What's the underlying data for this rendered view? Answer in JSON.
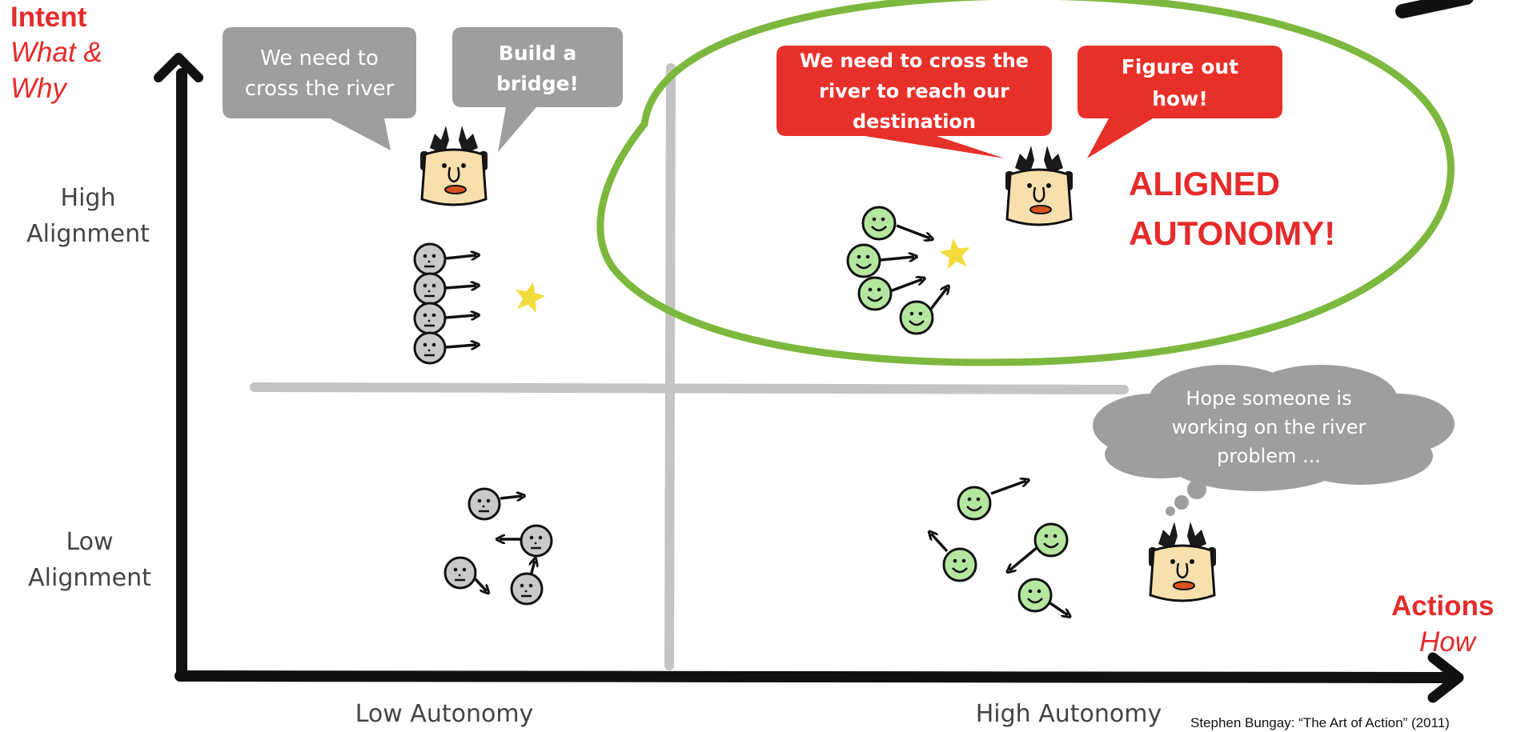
{
  "y_axis": {
    "title": "Intent",
    "subtitle_line1": "What &",
    "subtitle_line2": "Why"
  },
  "x_axis": {
    "title": "Actions",
    "subtitle": "How"
  },
  "rows": {
    "high_line1": "High",
    "high_line2": "Alignment",
    "low_line1": "Low",
    "low_line2": "Alignment"
  },
  "columns": {
    "low": "Low Autonomy",
    "high": "High Autonomy"
  },
  "bubbles": {
    "tl_left_line1": "We need to",
    "tl_left_line2": "cross the river",
    "tl_right_line1": "Build a",
    "tl_right_line2": "bridge!",
    "tr_left_line1": "We need to cross the",
    "tr_left_line2": "river to reach our",
    "tr_left_line3": "destination",
    "tr_right_line1": "Figure out",
    "tr_right_line2": "how!",
    "thought_line1": "Hope someone is",
    "thought_line2": "working on the river",
    "thought_line3": "problem ..."
  },
  "highlight": {
    "line1": "ALIGNED",
    "line2": "AUTONOMY!"
  },
  "credit": "Stephen  Bungay:  “The Art of Action” (2011)",
  "colors": {
    "accent_red": "#e52b2b",
    "green_outline": "#7cb83e",
    "gray_bubble": "#9e9e9e",
    "happy_green": "#b5e6a0",
    "neutral_gray": "#c9c9c9",
    "face_skin": "#f8dfae"
  }
}
